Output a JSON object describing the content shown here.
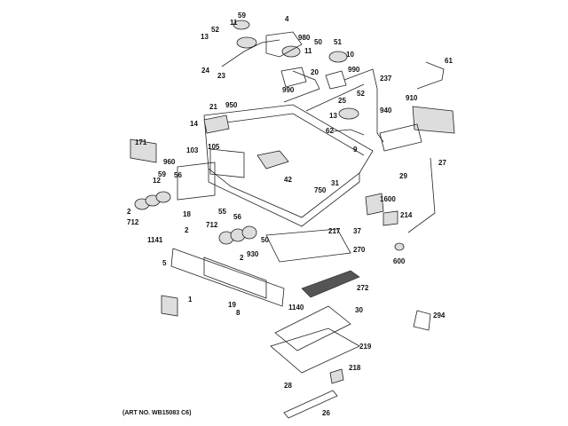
{
  "diagram": {
    "art_number": "(ART NO. WB15083 C6)",
    "part_labels": [
      "59",
      "11",
      "4",
      "980",
      "52",
      "13",
      "50",
      "11",
      "24",
      "23",
      "20",
      "990",
      "51",
      "10",
      "990",
      "237",
      "25",
      "52",
      "13",
      "62",
      "21",
      "950",
      "14",
      "61",
      "910",
      "940",
      "9",
      "171",
      "103",
      "105",
      "960",
      "42",
      "31",
      "750",
      "29",
      "27",
      "59",
      "56",
      "12",
      "18",
      "2",
      "712",
      "1600",
      "214",
      "55",
      "56",
      "712",
      "2",
      "1141",
      "50",
      "217",
      "37",
      "2",
      "930",
      "270",
      "5",
      "600",
      "272",
      "1",
      "19",
      "1140",
      "30",
      "8",
      "294",
      "219",
      "218",
      "28",
      "26"
    ]
  }
}
